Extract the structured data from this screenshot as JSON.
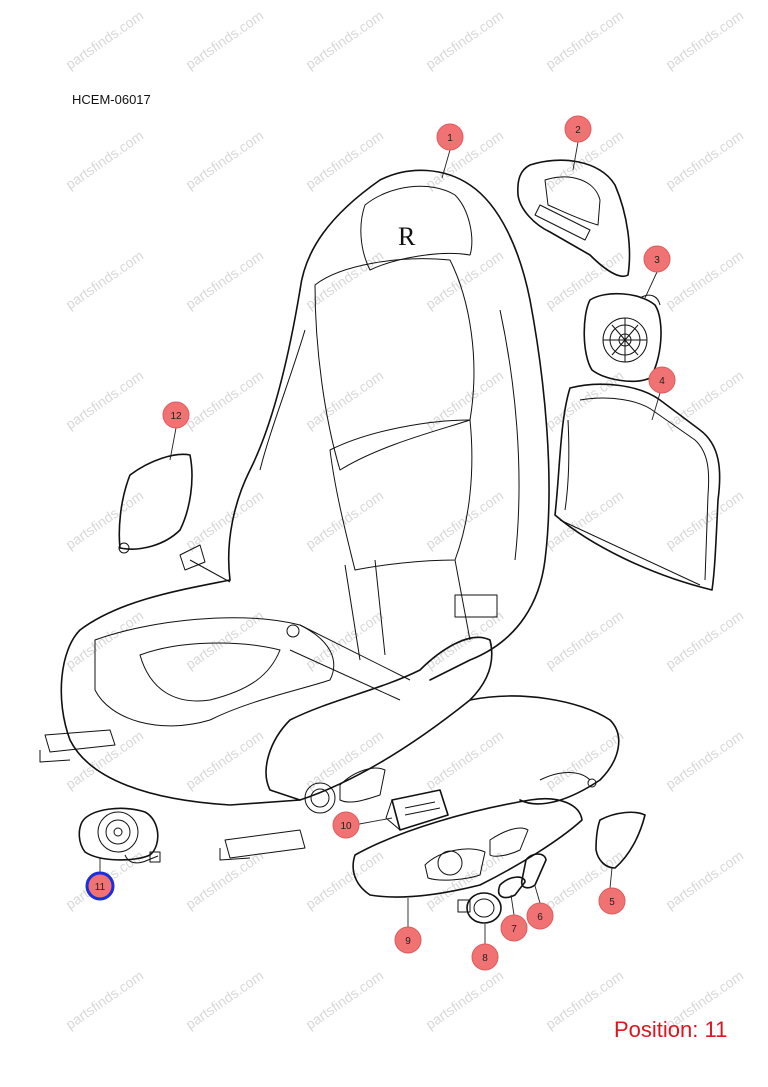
{
  "diagram_code": "HCEM-06017",
  "position_label": "Position: 11",
  "watermark_text": "partsfinds.com",
  "selected_callout": "11",
  "colors": {
    "callout_fill": "#f07272",
    "selected_outline": "#1a2fe0",
    "position_text": "#e0141e"
  },
  "callouts": [
    {
      "label": "1"
    },
    {
      "label": "2"
    },
    {
      "label": "3"
    },
    {
      "label": "4"
    },
    {
      "label": "5"
    },
    {
      "label": "6"
    },
    {
      "label": "7"
    },
    {
      "label": "8"
    },
    {
      "label": "9"
    },
    {
      "label": "10"
    },
    {
      "label": "11"
    },
    {
      "label": "12"
    }
  ]
}
